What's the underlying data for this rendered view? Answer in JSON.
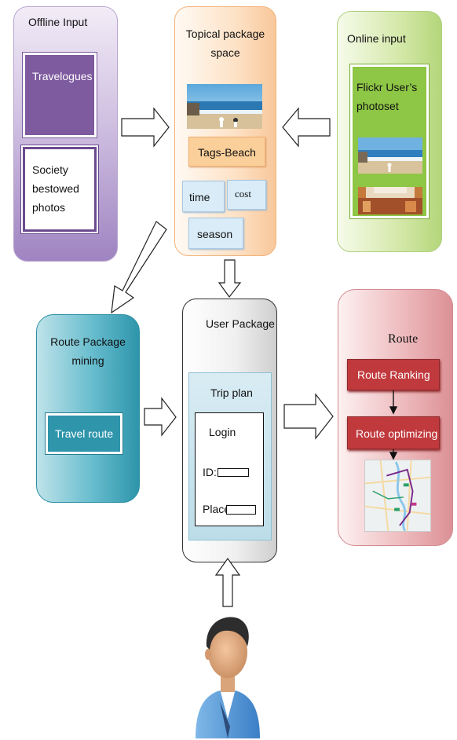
{
  "offline": {
    "title": "Offline Input",
    "travelogues": "Travelogues",
    "society_line1": "Society",
    "society_line2": "bestowed",
    "society_line3": "photos"
  },
  "topical": {
    "title_line1": "Topical package",
    "title_line2": "space",
    "tags": "Tags-Beach",
    "time": "time",
    "cost": "cost",
    "season": "season"
  },
  "online": {
    "title": "Online input",
    "flickr_line1": "Flickr User’s",
    "flickr_line2": "photoset"
  },
  "route_package": {
    "title_line1": "Route Package",
    "title_line2": "mining",
    "travel_route": "Travel route"
  },
  "user_package": {
    "title": "User Package",
    "trip_plan": "Trip plan",
    "login": "Login",
    "id_label": "ID:",
    "place_label": "Place"
  },
  "route": {
    "title": "Route",
    "ranking": "Route Ranking",
    "optimizing": "Route optimizing"
  },
  "colors": {
    "offline": "#9f84c1",
    "topical": "#f8c79a",
    "online": "#b4d67a",
    "route_package": "#2e95ab",
    "route": "#dc9196",
    "route_box": "#c0393d"
  }
}
